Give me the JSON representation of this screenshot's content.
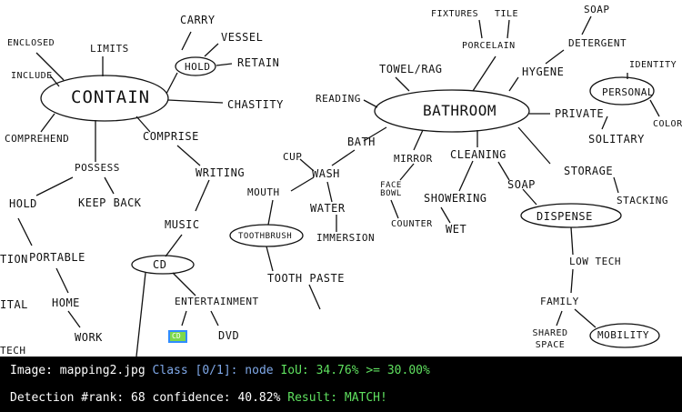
{
  "diagram": {
    "words": {
      "enclosed": "ENCLOSED",
      "limits": "LIMITS",
      "carry": "CARRY",
      "vessel": "VESSEL",
      "hold_top": "HOLD",
      "retain": "RETAIN",
      "include": "INCLUDE",
      "contain": "CONTAIN",
      "chastity": "CHASTITY",
      "comprehend": "COMPREHEND",
      "comprise": "COMPRISE",
      "possess": "POSSESS",
      "keep_back": "KEEP BACK",
      "hold_left": "HOLD",
      "writing": "WRITING",
      "tion": "TION",
      "portable": "PORTABLE",
      "music": "MUSIC",
      "cd": "CD",
      "ital": "ITAL",
      "home": "HOME",
      "entertainment": "ENTERTAINMENT",
      "work": "WORK",
      "dvd": "DVD",
      "tech": "TECH",
      "fixtures": "FIXTURES",
      "tile": "TILE",
      "soap_top": "SOAP",
      "porcelain": "PORCELAIN",
      "detergent": "DETERGENT",
      "towel": "TOWEL/RAG",
      "hygiene": "HYGENE",
      "identity": "IDENTITY",
      "reading": "READING",
      "bathroom": "BATHROOM",
      "personal": "PERSONAL",
      "private": "PRIVATE",
      "color": "COLOR",
      "solitary": "SOLITARY",
      "bath": "BATH",
      "cup": "CUP",
      "mirror": "MIRROR",
      "cleaning": "CLEANING",
      "wash": "WASH",
      "storage": "STORAGE",
      "mouth": "MOUTH",
      "face_bowl": "FACE BOWL",
      "soap_mid": "SOAP",
      "showering": "SHOWERING",
      "stacking": "STACKING",
      "water": "WATER",
      "dispense": "DISPENSE",
      "toothbrush": "TOOTHBRUSH",
      "counter": "COUNTER",
      "wet": "WET",
      "immersion": "IMMERSION",
      "low_tech": "LOW TECH",
      "toothpaste": "TOOTH PASTE",
      "family": "FAMILY",
      "shared_space": "SHARED SPACE",
      "mobility": "MOBILITY"
    },
    "detection_box_label": "CD"
  },
  "status": {
    "line1": {
      "image_label": "Image: mapping2.jpg",
      "class_label": "Class [0/1]: node",
      "iou_label": "IoU: 34.76% >= 30.00%"
    },
    "line2": {
      "detection_label": "Detection #rank: 68 confidence: 40.82%",
      "result_label": "Result: MATCH!"
    }
  },
  "colors": {
    "ink": "#111111",
    "status_bg": "#000000",
    "class_text": "#7fa8e8",
    "iou_text": "#5fe05f",
    "result_text": "#5fe05f",
    "detection_fill": "#7dd84a",
    "detection_border": "#2f8cff"
  }
}
